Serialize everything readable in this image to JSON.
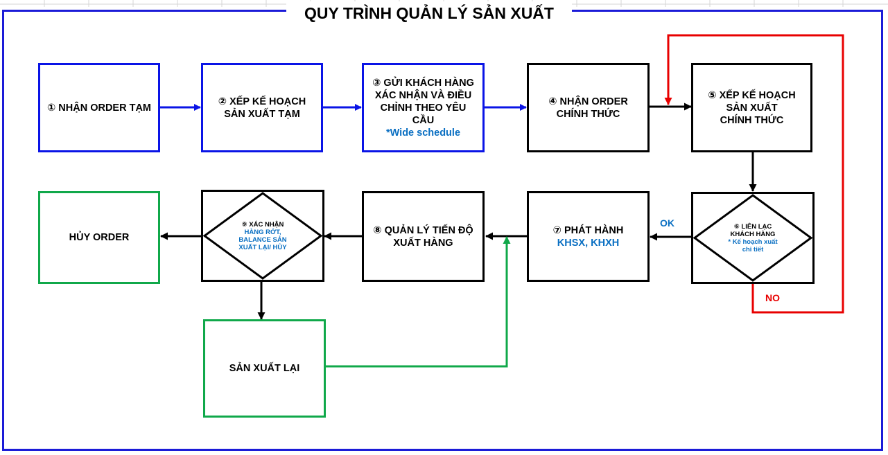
{
  "title": "QUY TRÌNH QUẢN LÝ SẢN XUẤT",
  "steps": {
    "s1": {
      "lines": [
        "① NHẬN ORDER TẠM"
      ]
    },
    "s2": {
      "lines": [
        "②  XẾP KẾ HOẠCH",
        "SẢN XUẤT TẠM"
      ]
    },
    "s3": {
      "lines": [
        "③ GỬI KHÁCH HÀNG",
        "XÁC NHẬN VÀ ĐIỀU",
        "CHỈNH THEO YÊU",
        "CẦU"
      ],
      "note": "*Wide schedule"
    },
    "s4": {
      "lines": [
        "④ NHẬN ORDER",
        "CHÍNH THỨC"
      ]
    },
    "s5": {
      "lines": [
        "⑤ XẾP KẾ HOẠCH",
        "SẢN XUẤT",
        "CHÍNH THỨC"
      ]
    },
    "s6": {
      "lines": [
        "⑥ LIÊN LẠC",
        "KHÁCH HÀNG"
      ],
      "note_lines": [
        "* Kế hoạch xuất",
        "chi tiết"
      ]
    },
    "s7": {
      "lines": [
        "⑦ PHÁT HÀNH"
      ],
      "note": "KHSX, KHXH"
    },
    "s8": {
      "lines": [
        "⑧ QUẢN LÝ TIẾN ĐỘ",
        "XUẤT HÀNG"
      ]
    },
    "s9": {
      "lines": [
        "⑨ XÁC NHẬN"
      ],
      "note_lines": [
        "HÀNG RỚT,",
        "BALANCE SẢN",
        "XUẤT LẠI/ HỦY"
      ]
    },
    "cancel": {
      "lines": [
        "HỦY ORDER"
      ]
    },
    "redo": {
      "lines": [
        "SẢN XUẤT LẠI"
      ]
    }
  },
  "labels": {
    "ok": "OK",
    "no": "NO"
  },
  "colors": {
    "frame": "#1b1bd8",
    "blue_flow": "#0a14e6",
    "black_flow": "#000000",
    "red_flow": "#e80000",
    "green_flow": "#10a84a",
    "accent_text": "#0a6fc2"
  }
}
